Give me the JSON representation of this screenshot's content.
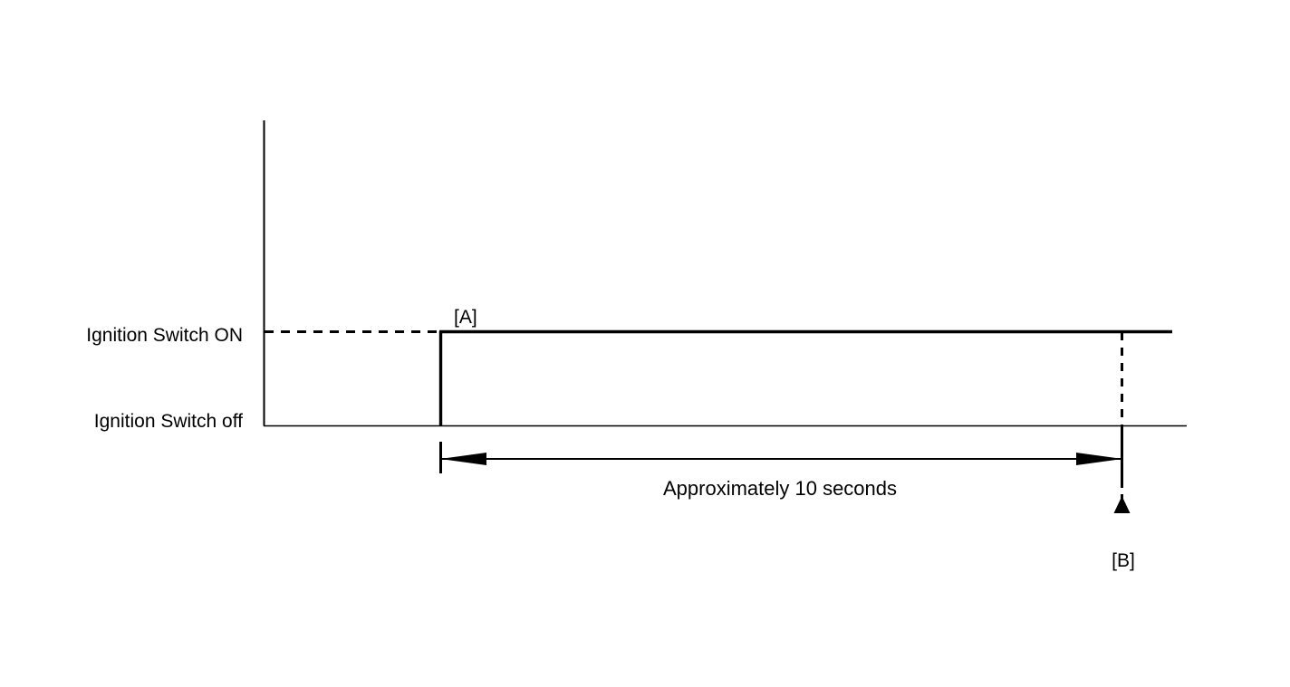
{
  "chart_data": {
    "type": "line",
    "title": "",
    "xlabel": "",
    "ylabel": "",
    "description": "Ignition switch state timing chart: switch turns ON at point [A], stays ON for approximately 10 seconds, until point [B].",
    "y_levels": [
      {
        "key": "on",
        "label": "Ignition Switch ON",
        "value": 1
      },
      {
        "key": "off",
        "label": "Ignition Switch off",
        "value": 0
      }
    ],
    "series": [
      {
        "name": "Ignition Switch",
        "points": [
          {
            "t": 0,
            "state": "off"
          },
          {
            "t": 0,
            "state": "on"
          },
          {
            "t": 10,
            "state": "on"
          }
        ]
      }
    ],
    "annotations": [
      {
        "name": "point-a",
        "label": "[A]",
        "meaning": "Ignition switch turned ON",
        "t": 0
      },
      {
        "name": "point-b",
        "label": "[B]",
        "meaning": "End of approximately 10 second period",
        "t": 10
      }
    ],
    "dimension": {
      "label": "Approximately 10 seconds",
      "value": 10,
      "unit": "seconds",
      "from": "point-a",
      "to": "point-b"
    },
    "grid": false,
    "legend": null
  },
  "labels": {
    "ignition_on": "Ignition Switch ON",
    "ignition_off": "Ignition Switch off",
    "point_a": "[A]",
    "point_b": "[B]",
    "duration": "Approximately 10 seconds"
  },
  "colors": {
    "stroke": "#000000",
    "background": "#ffffff"
  }
}
